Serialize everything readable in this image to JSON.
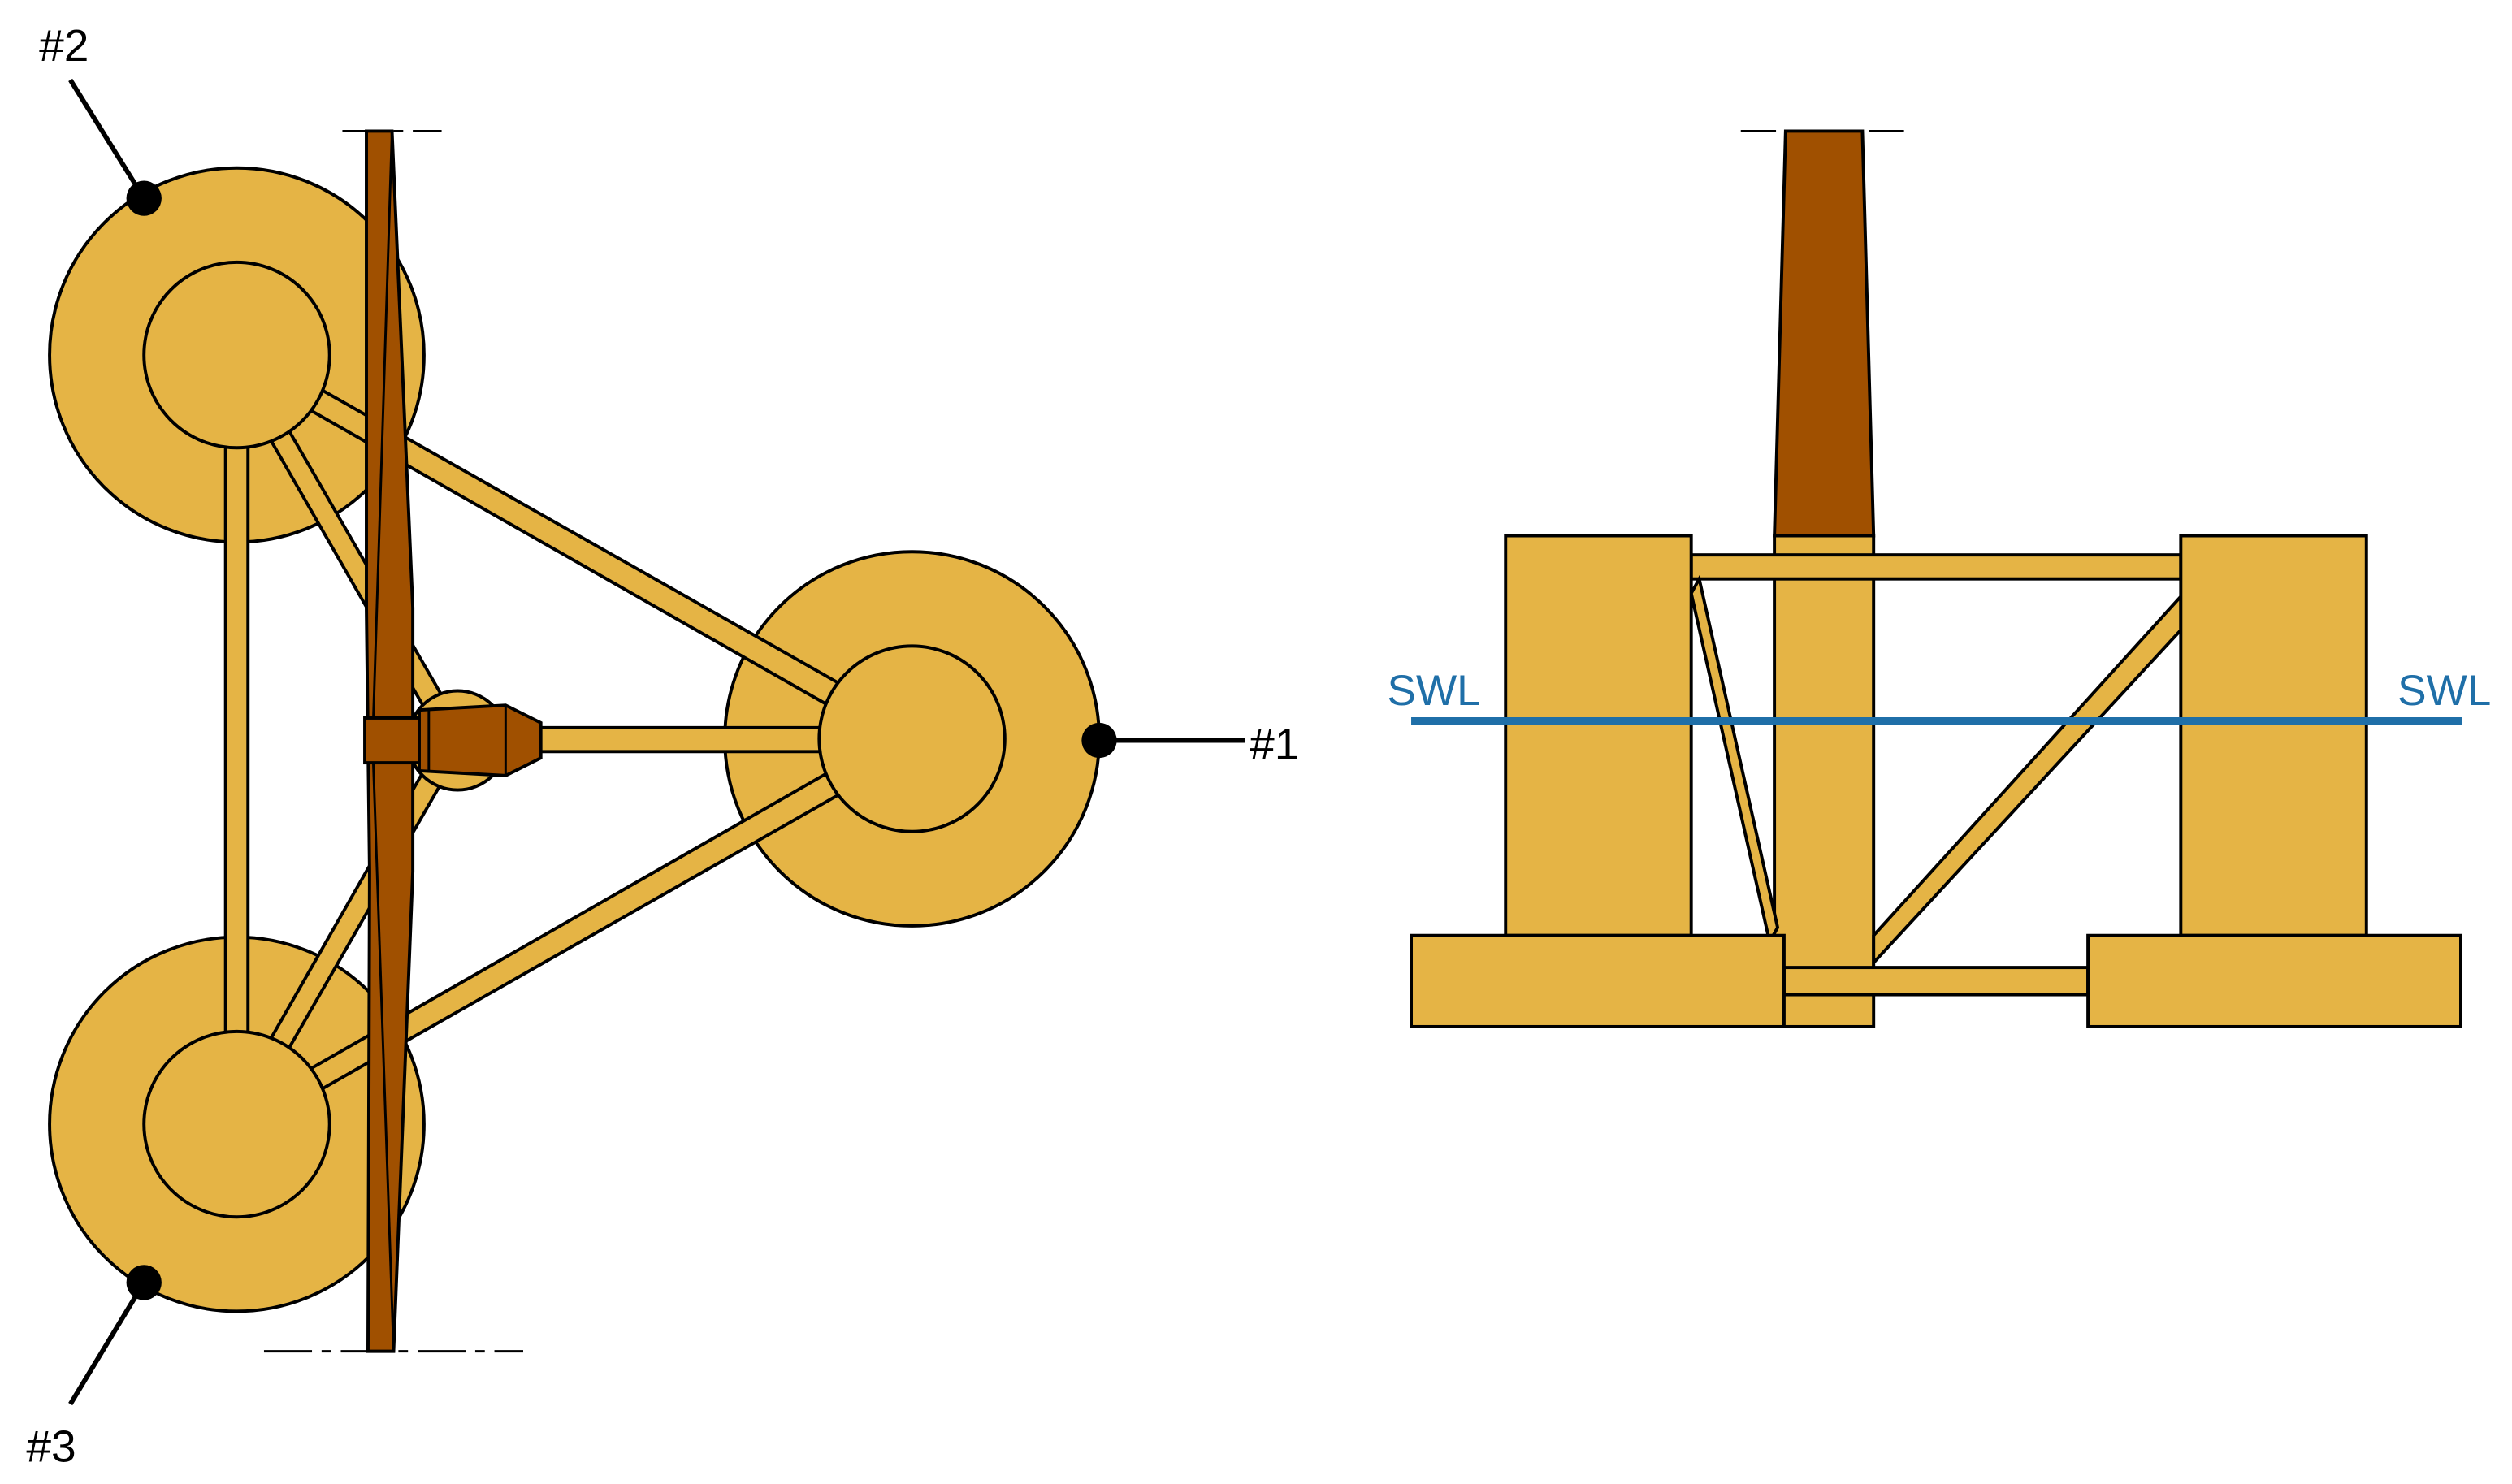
{
  "labels": {
    "column_1": "#1",
    "column_2": "#2",
    "column_3": "#3",
    "swl_left": "SWL",
    "swl_right": "SWL"
  },
  "colors": {
    "structure": "#E5B445",
    "turbine": "#A05000",
    "outline": "#000000",
    "waterline": "#1F6FA8",
    "background": "#FFFFFF"
  }
}
